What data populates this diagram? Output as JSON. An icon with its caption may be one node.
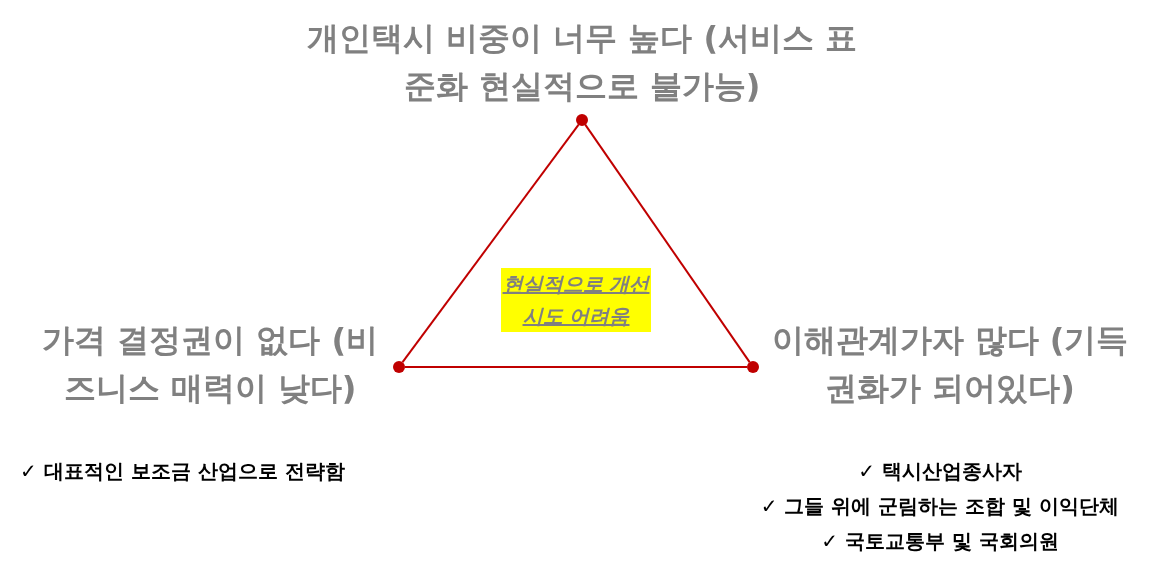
{
  "diagram": {
    "nodes": [
      {
        "text": [],
        "shape": "circle",
        "beside": [
          "개인택시 비중이 너무 높다 (서비스 표준화 현실적으로 불가능)"
        ]
      },
      {
        "text": [],
        "shape": "circle",
        "beside": [
          "가격 결정권이 없다 (비즈니스 매력이 낮다)"
        ]
      },
      {
        "text": [],
        "shape": "circle",
        "beside": [
          "이해관계가자 많다 (기득권화가 되어있다)"
        ]
      }
    ],
    "edges": [
      {
        "from": 0,
        "to": 1,
        "arrow": "none"
      },
      {
        "from": 1,
        "to": 2,
        "arrow": "none"
      },
      {
        "from": 2,
        "to": 0,
        "arrow": "none"
      }
    ],
    "labels": [
      "현실적으로 개선 시도 어려움",
      "✓ 대표적인 보조금 산업으로 전략함",
      "✓ 택시산업종사자",
      "✓ 그들 위에 군림하는 조합 및 이익단체",
      "✓ 국토교통부 및 국회의원"
    ]
  }
}
